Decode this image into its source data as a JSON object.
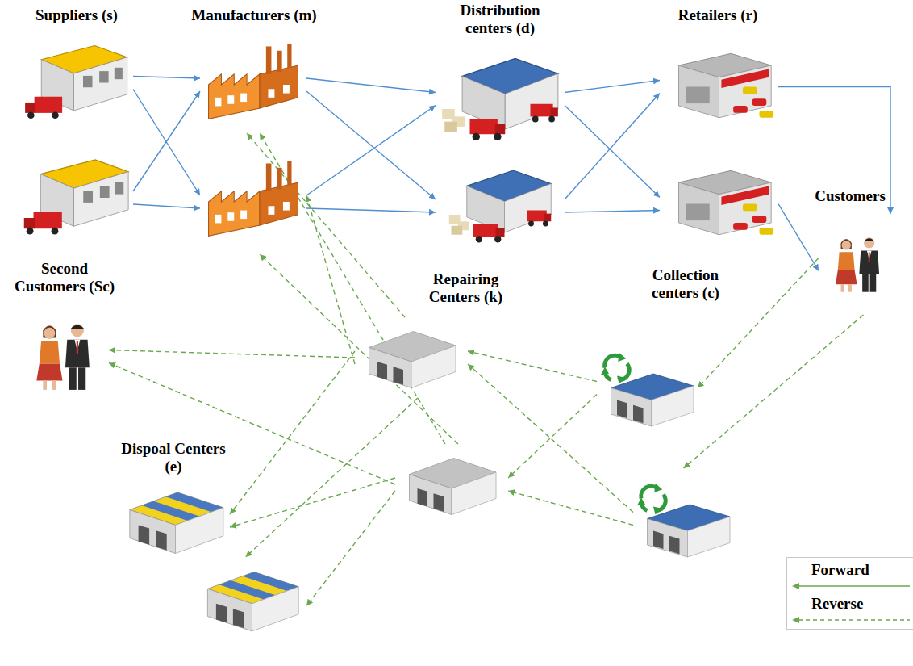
{
  "diagram": {
    "nodes": [
      {
        "text": [
          "Suppliers (s)"
        ]
      },
      {
        "text": [
          "Manufacturers (m)"
        ]
      },
      {
        "text": [
          "Distribution centers (d)"
        ]
      },
      {
        "text": [
          "Retailers (r)"
        ]
      },
      {
        "text": [
          "Customers"
        ]
      },
      {
        "text": [
          "Second Customers (Sc)"
        ]
      },
      {
        "text": [
          "Repairing Centers (k)"
        ]
      },
      {
        "text": [
          "Collection centers (c)"
        ]
      },
      {
        "text": [
          "Dispoal Centers (e)"
        ]
      }
    ],
    "edges": [
      {
        "from": 0,
        "to": 1,
        "arrow": "to"
      },
      {
        "from": 1,
        "to": 2,
        "arrow": "to"
      },
      {
        "from": 2,
        "to": 3,
        "arrow": "to"
      },
      {
        "from": 3,
        "to": 4,
        "arrow": "to"
      },
      {
        "from": 4,
        "to": 7,
        "arrow": "to"
      },
      {
        "from": 7,
        "to": 6,
        "arrow": "to"
      },
      {
        "from": 6,
        "to": 5,
        "arrow": "to"
      },
      {
        "from": 6,
        "to": 8,
        "arrow": "to"
      },
      {
        "from": 6,
        "to": 1,
        "arrow": "to"
      }
    ],
    "legend": [
      {
        "text": "Forward"
      },
      {
        "text": "Reverse"
      }
    ]
  }
}
